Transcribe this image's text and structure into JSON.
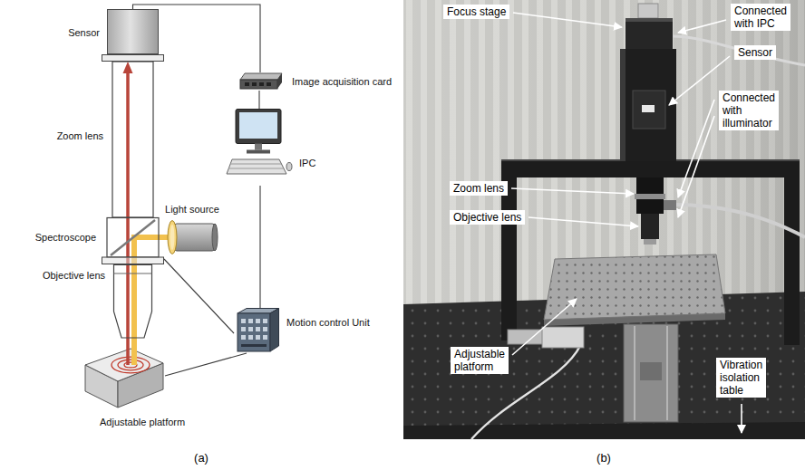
{
  "diagram": {
    "nodes": [
      {
        "text": [
          "Sensor"
        ]
      },
      {
        "text": [
          "Zoom lens"
        ]
      },
      {
        "text": [
          "Light source"
        ]
      },
      {
        "text": [
          "Spectroscope"
        ]
      },
      {
        "text": [
          "Objective lens"
        ]
      },
      {
        "text": [
          "Adjustable platform"
        ]
      },
      {
        "text": [
          "Image acquisition card"
        ]
      },
      {
        "text": [
          "IPC"
        ]
      },
      {
        "text": [
          "Motion control Unit"
        ]
      }
    ],
    "edges": [
      {
        "from": 0,
        "to": 6,
        "arrow": "none"
      },
      {
        "from": 6,
        "to": 7,
        "arrow": "none"
      },
      {
        "from": 7,
        "to": 8,
        "arrow": "none"
      },
      {
        "from": 3,
        "to": 8,
        "arrow": "none"
      },
      {
        "from": 8,
        "to": 5,
        "arrow": "none"
      }
    ],
    "labels": [
      "Focus stage",
      "Connected with IPC",
      "Sensor",
      "Connected with illuminator",
      "Zoom lens",
      "Objective lens",
      "Adjustable platform",
      "Vibration isolation table",
      "(a)",
      "(b)"
    ]
  }
}
